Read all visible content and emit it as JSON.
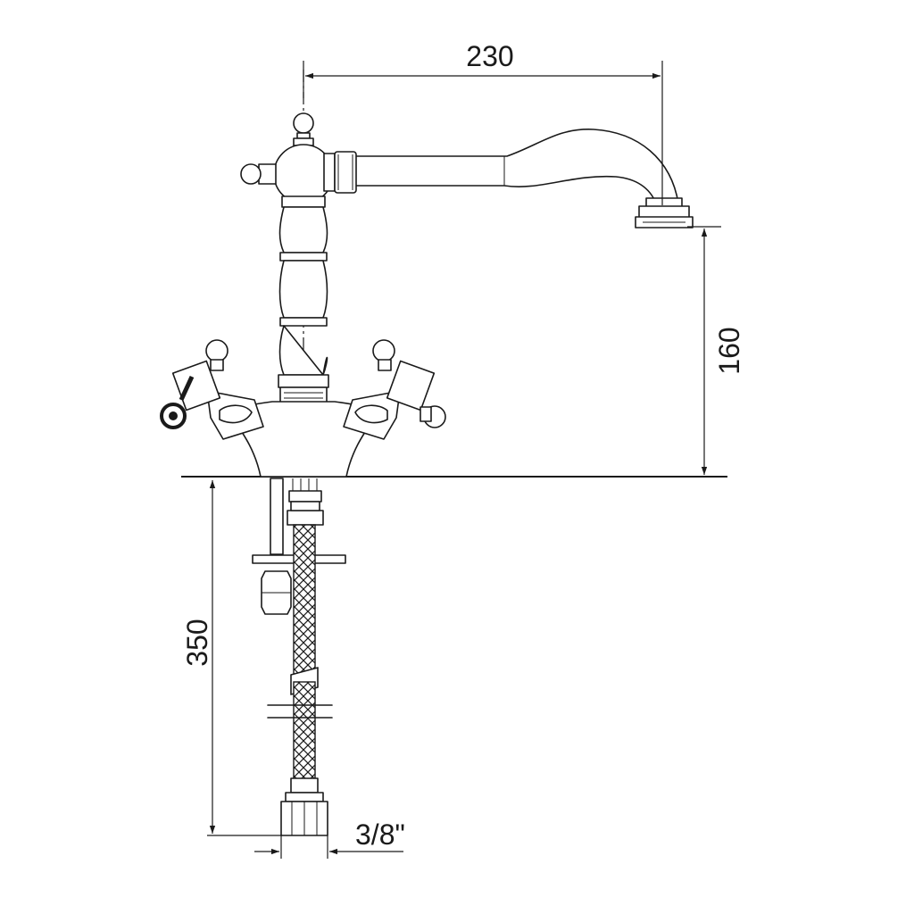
{
  "dimensions": {
    "spout_reach": "230",
    "spout_height": "160",
    "hose_length": "350",
    "connection_size": "3/8\""
  },
  "colors": {
    "line": "#1a1a1a",
    "background": "#ffffff"
  },
  "icons": {
    "arrowhead": "filled-triangle"
  }
}
